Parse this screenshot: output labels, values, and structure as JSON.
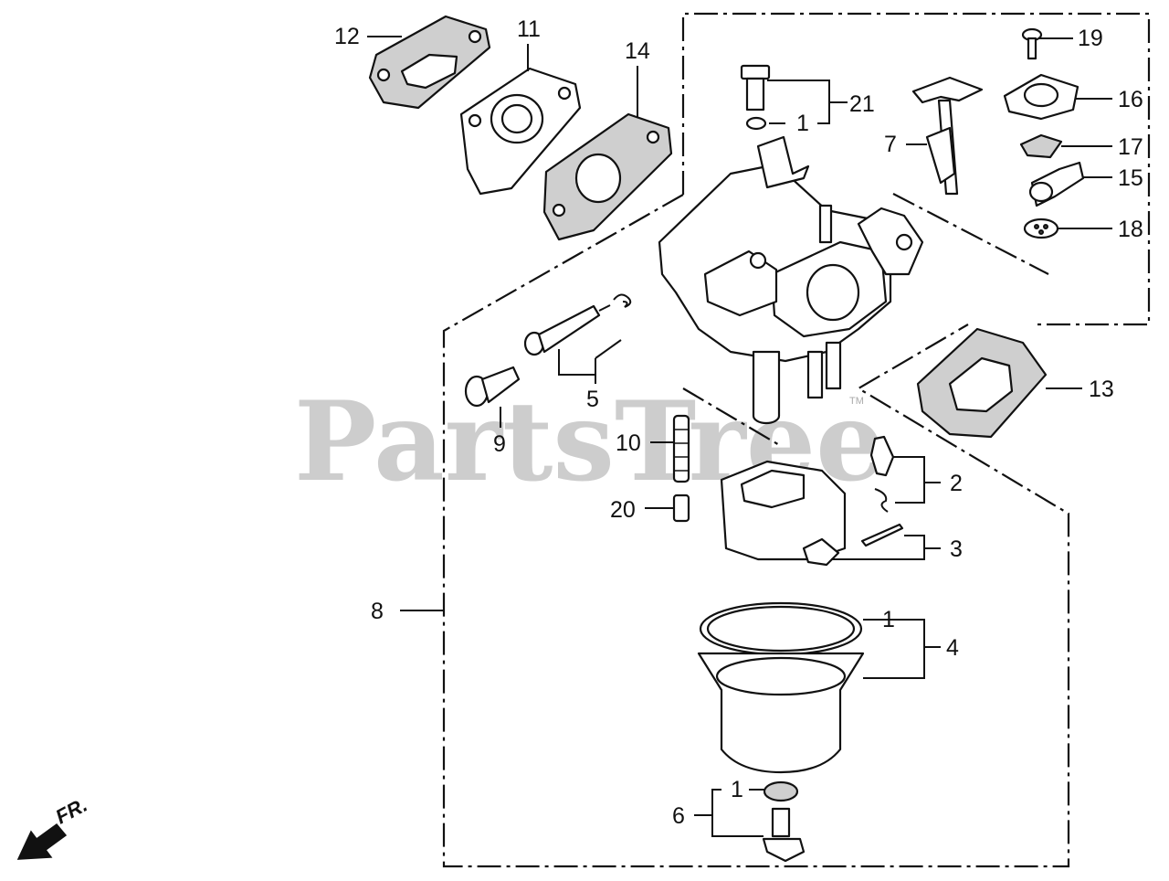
{
  "watermark": {
    "text": "PartsTree",
    "trademark": "TM"
  },
  "direction": {
    "label": "FR."
  },
  "callouts": {
    "c1a": "1",
    "c1b": "1",
    "c1c": "1",
    "c2": "2",
    "c3": "3",
    "c4": "4",
    "c5": "5",
    "c6": "6",
    "c7": "7",
    "c8": "8",
    "c9": "9",
    "c10": "10",
    "c11": "11",
    "c12": "12",
    "c13": "13",
    "c14": "14",
    "c15": "15",
    "c16": "16",
    "c17": "17",
    "c18": "18",
    "c19": "19",
    "c20": "20",
    "c21": "21"
  }
}
